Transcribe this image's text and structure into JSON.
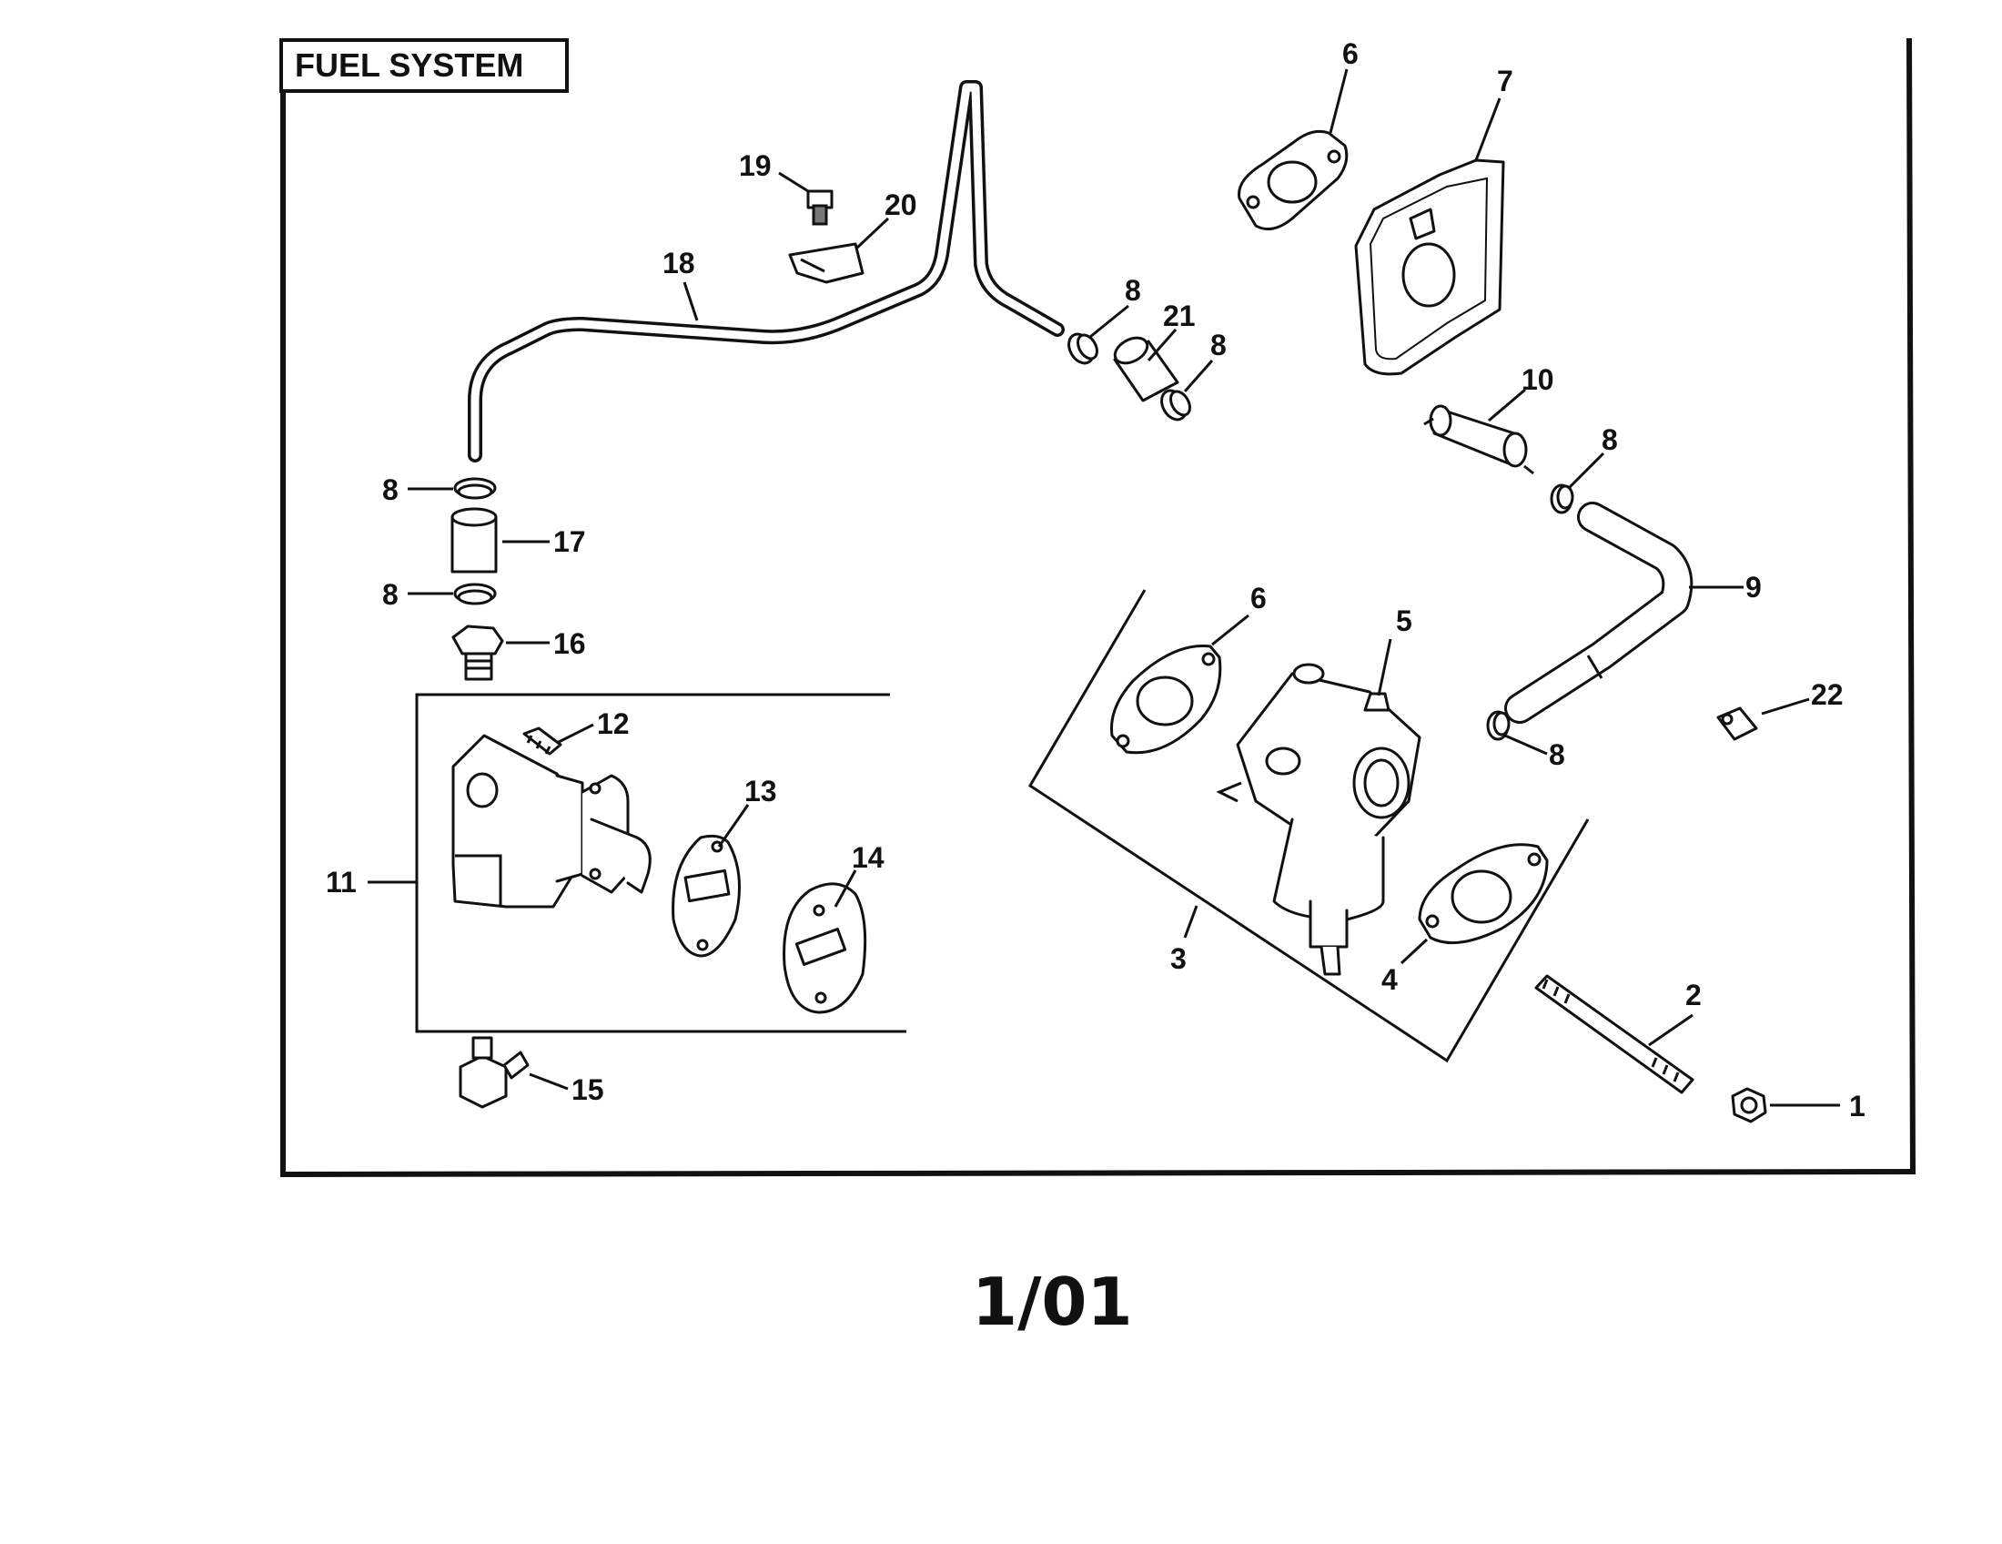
{
  "title": "FUEL SYSTEM",
  "footer": "1/01",
  "callouts": [
    {
      "id": "c1",
      "text": "1"
    },
    {
      "id": "c2",
      "text": "2"
    },
    {
      "id": "c3",
      "text": "3"
    },
    {
      "id": "c4",
      "text": "4"
    },
    {
      "id": "c5",
      "text": "5"
    },
    {
      "id": "c6a",
      "text": "6"
    },
    {
      "id": "c6b",
      "text": "6"
    },
    {
      "id": "c7",
      "text": "7"
    },
    {
      "id": "c8a",
      "text": "8"
    },
    {
      "id": "c8b",
      "text": "8"
    },
    {
      "id": "c8c",
      "text": "8"
    },
    {
      "id": "c8d",
      "text": "8"
    },
    {
      "id": "c8e",
      "text": "8"
    },
    {
      "id": "c8f",
      "text": "8"
    },
    {
      "id": "c9",
      "text": "9"
    },
    {
      "id": "c10",
      "text": "10"
    },
    {
      "id": "c11",
      "text": "11"
    },
    {
      "id": "c12",
      "text": "12"
    },
    {
      "id": "c13",
      "text": "13"
    },
    {
      "id": "c14",
      "text": "14"
    },
    {
      "id": "c15",
      "text": "15"
    },
    {
      "id": "c16",
      "text": "16"
    },
    {
      "id": "c17",
      "text": "17"
    },
    {
      "id": "c18",
      "text": "18"
    },
    {
      "id": "c19",
      "text": "19"
    },
    {
      "id": "c20",
      "text": "20"
    },
    {
      "id": "c21",
      "text": "21"
    },
    {
      "id": "c22",
      "text": "22"
    }
  ]
}
